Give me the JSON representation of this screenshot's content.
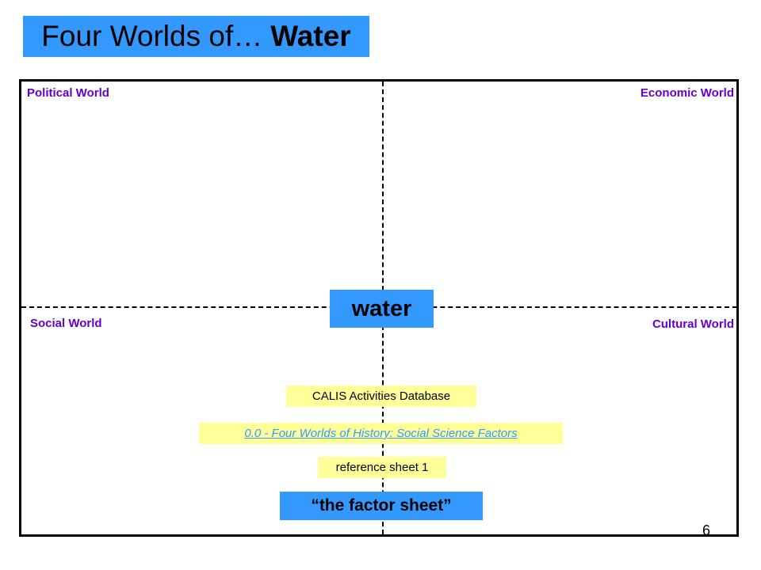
{
  "title": {
    "prefix": "Four Worlds of…",
    "subject": "Water"
  },
  "quadrants": {
    "political": "Political World",
    "economic": "Economic World",
    "social": "Social World",
    "cultural": "Cultural World"
  },
  "center_label": "water",
  "resources": {
    "calis": "CALIS Activities Database",
    "link": "0.0 - Four Worlds of History: Social Science Factors",
    "reference": "reference sheet 1",
    "factor_sheet": "“the factor sheet”"
  },
  "page_number": "6",
  "colors": {
    "accent_blue": "#3399ff",
    "quadrant_purple": "#6600cc",
    "note_yellow": "#ffff99"
  }
}
